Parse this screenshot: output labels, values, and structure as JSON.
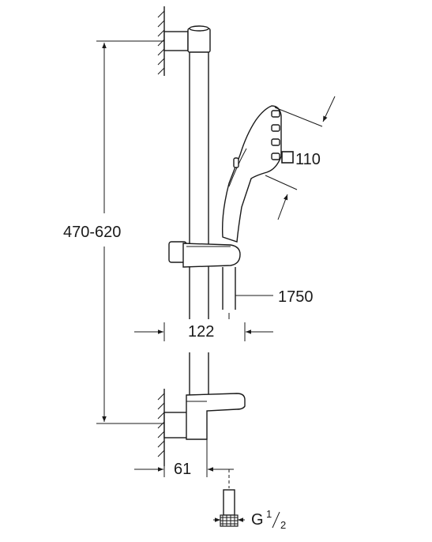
{
  "dimensions": {
    "rail_length": "470-620",
    "handshower_size": "110",
    "hose_length": "1750",
    "holder_offset": "122",
    "wall_offset": "61",
    "thread": "G",
    "thread_numerator": "1",
    "thread_denominator": "2"
  },
  "colors": {
    "line": "#1a1a1a",
    "background": "#ffffff"
  }
}
